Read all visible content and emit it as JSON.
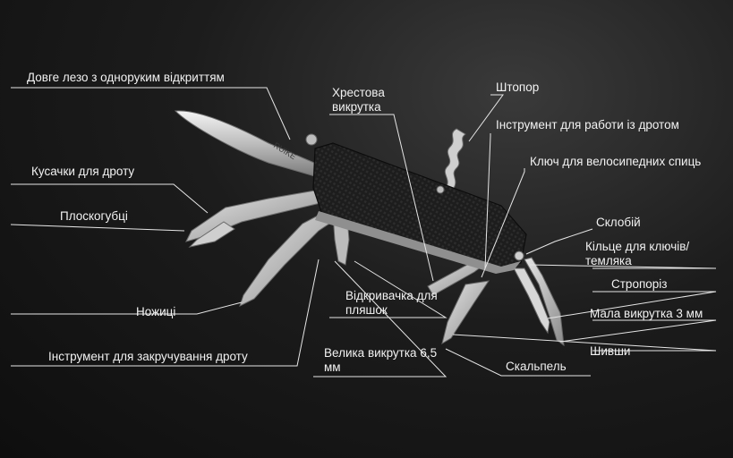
{
  "brand": {
    "logo_text": "RUIKE"
  },
  "colors": {
    "background": "#151515",
    "leader": "#e8e8e8",
    "text": "#f2f2f2"
  },
  "labels": {
    "long_blade": "Довге лезо з одноруким відкриттям",
    "wire_cutters": "Кусачки для дроту",
    "pliers": "Плоскогубці",
    "scissors": "Ножиці",
    "wire_twister": "Інструмент для закручування дроту",
    "phillips": "Хрестова викрутка",
    "corkscrew": "Штопор",
    "wire_tool": "Інструмент для работи із дротом",
    "spoke_wrench": "Ключ для велосипедних спиць",
    "glass_breaker": "Склобій",
    "key_ring": "Кільце для ключів/ темляка",
    "strap_cutter": "Стропоріз",
    "small_screwdriver": "Мала викрутка 3 мм",
    "awl": "Шивши",
    "scalpel": "Скальпель",
    "bottle_opener": "Відкривачка для пляшок",
    "large_screwdriver": "Велика викрутка 6,5 мм"
  }
}
